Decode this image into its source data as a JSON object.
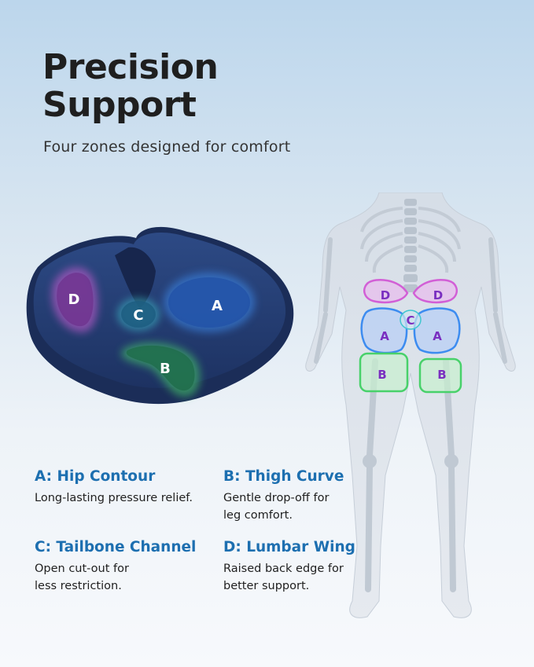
{
  "header": {
    "title_line1": "Precision",
    "title_line2": "Support",
    "subtitle": "Four zones designed for comfort"
  },
  "cushion_labels": {
    "a": "A",
    "b": "B",
    "c": "C",
    "d": "D"
  },
  "body_labels": {
    "a": "A",
    "b": "B",
    "c": "C",
    "d": "D"
  },
  "zones": [
    {
      "title": "A: Hip Contour",
      "description": "Long-lasting pressure relief."
    },
    {
      "title": "B: Thigh Curve",
      "description": "Gentle drop-off for\nleg comfort."
    },
    {
      "title": "C: Tailbone Channel",
      "description": "Open cut-out for\nless restriction."
    },
    {
      "title": "D: Lumbar Wing",
      "description": "Raised back edge for\nbetter support."
    }
  ],
  "colors": {
    "zone_a": "#3d8cf0",
    "zone_b": "#48d16a",
    "zone_c": "#3fc6cf",
    "zone_d": "#d25fd6",
    "cushion": "#233a6b",
    "accent_text": "#1d6fb0",
    "label_text_body": "#7a2fc0"
  },
  "icons": [
    "seat-cushion-illustration",
    "skeleton-illustration"
  ]
}
